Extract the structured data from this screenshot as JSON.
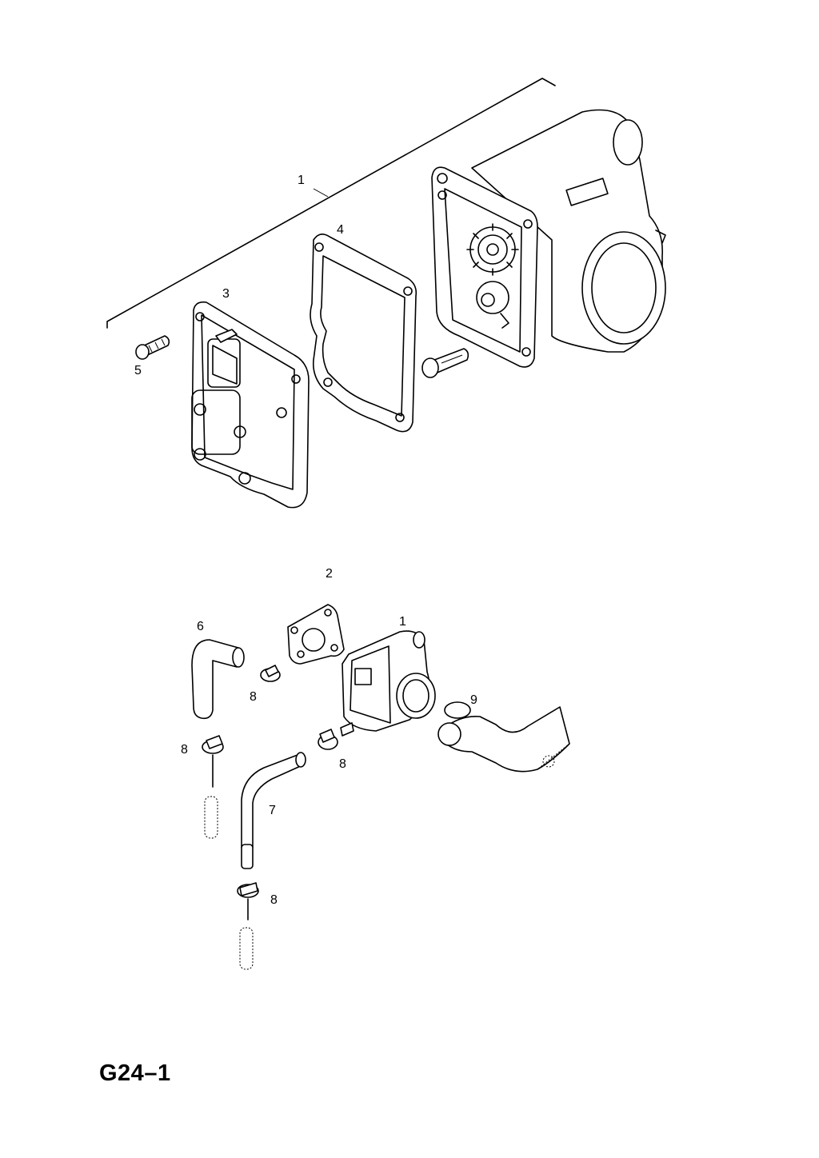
{
  "page_code": "G24–1",
  "callouts": {
    "c1_top": "1",
    "c2": "2",
    "c3": "3",
    "c4": "4",
    "c5": "5",
    "c6": "6",
    "c7": "7",
    "c8_a": "8",
    "c8_b": "8",
    "c8_c": "8",
    "c8_d": "8",
    "c9": "9",
    "c1_bottom": "1"
  }
}
